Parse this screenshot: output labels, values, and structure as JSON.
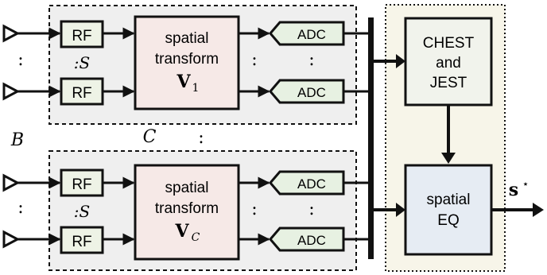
{
  "colors": {
    "stroke": "#111111",
    "group_fill": "#efefef",
    "rf_fill": "#eef3e6",
    "transform_fill": "#f6e9e7",
    "adc_fill": "#e7f1e2",
    "chest_fill": "#f1f3ec",
    "eq_fill": "#e6ecf3",
    "processing_fill": "#f7f5e9"
  },
  "group1": {
    "rf_label_top": "RF",
    "rf_label_bottom": "RF",
    "s_label": ":S",
    "transform_line1": "spatial",
    "transform_line2": "transform",
    "transform_symbol": "V",
    "transform_subscript": "1",
    "adc_label_top": "ADC",
    "adc_label_bottom": "ADC",
    "vdots": ":"
  },
  "group2": {
    "rf_label_top": "RF",
    "rf_label_bottom": "RF",
    "s_label": ":S",
    "transform_line1": "spatial",
    "transform_line2": "transform",
    "transform_symbol": "V",
    "transform_subscript": "C",
    "adc_label_top": "ADC",
    "adc_label_bottom": "ADC",
    "vdots": ":"
  },
  "labels": {
    "B": "B",
    "C": "C",
    "group_dots": ":"
  },
  "processing": {
    "chest_line1": "CHEST",
    "chest_line2": "and",
    "chest_line3": "JEST",
    "eq_line1": "spatial",
    "eq_line2": "EQ",
    "output_symbol": "s",
    "output_superscript": "⋆"
  }
}
